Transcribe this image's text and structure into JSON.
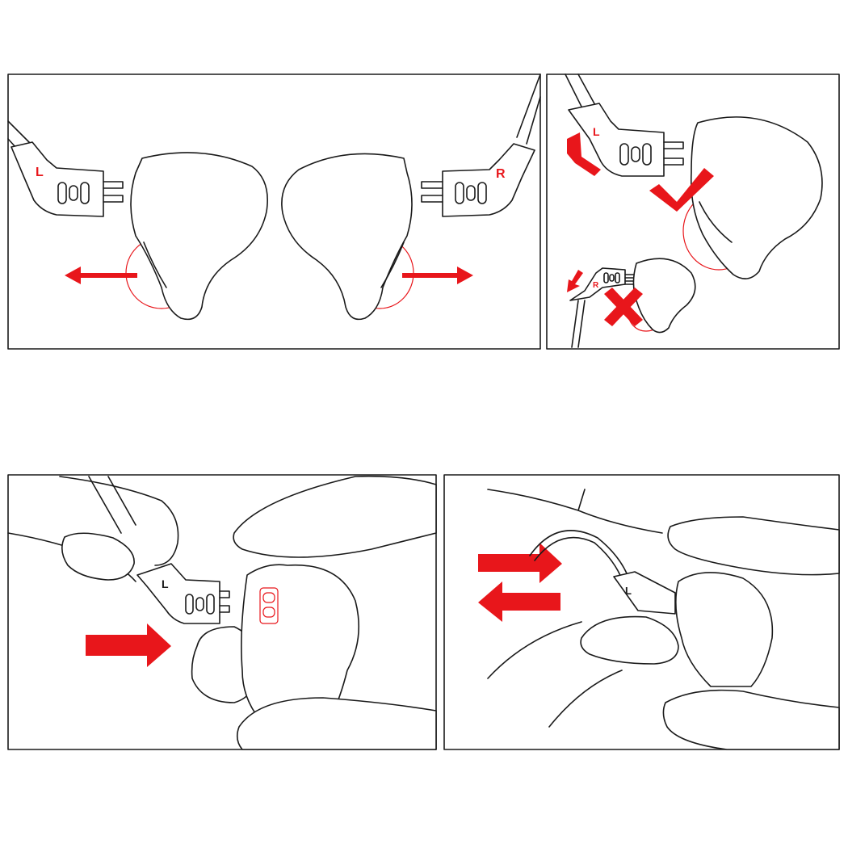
{
  "panels": {
    "top_left": {
      "connector_left_label": "L",
      "connector_right_label": "R"
    },
    "top_right": {
      "connector_big_label": "L",
      "connector_small_label": "R"
    },
    "bottom_left": {
      "connector_label": "L"
    },
    "bottom_right": {
      "connector_label": "L"
    }
  },
  "colors": {
    "accent": "#e8161b",
    "line": "#1a1a1a",
    "background": "#ffffff"
  }
}
